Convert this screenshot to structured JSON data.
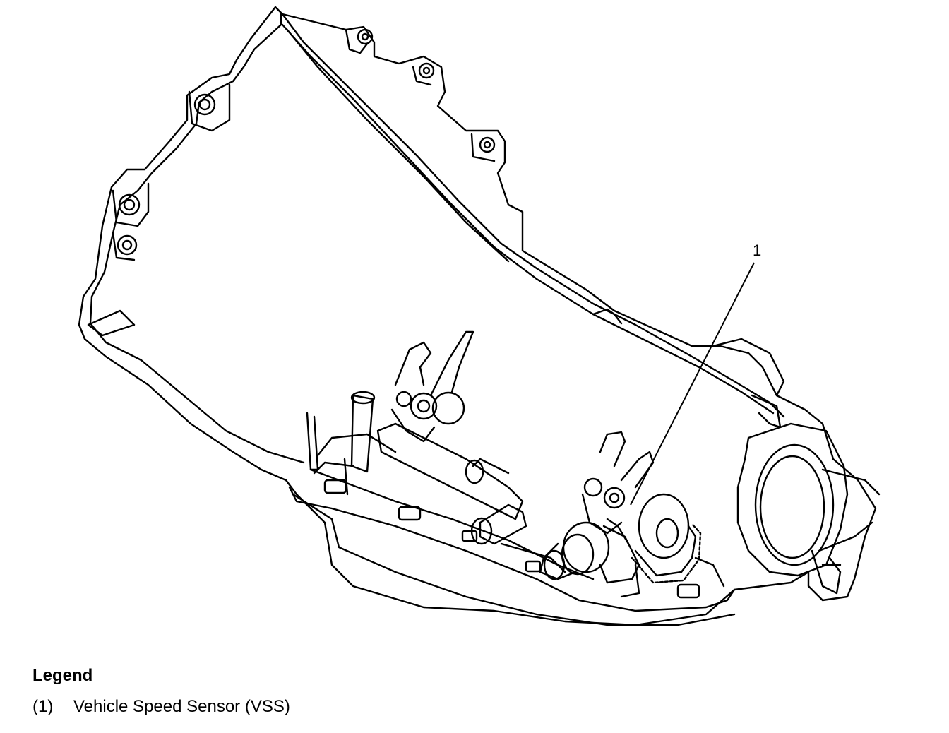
{
  "diagram": {
    "callouts": [
      {
        "label": "1"
      }
    ]
  },
  "legend": {
    "title": "Legend",
    "items": [
      {
        "number": "(1)",
        "label": "Vehicle Speed Sensor (VSS)"
      }
    ]
  }
}
